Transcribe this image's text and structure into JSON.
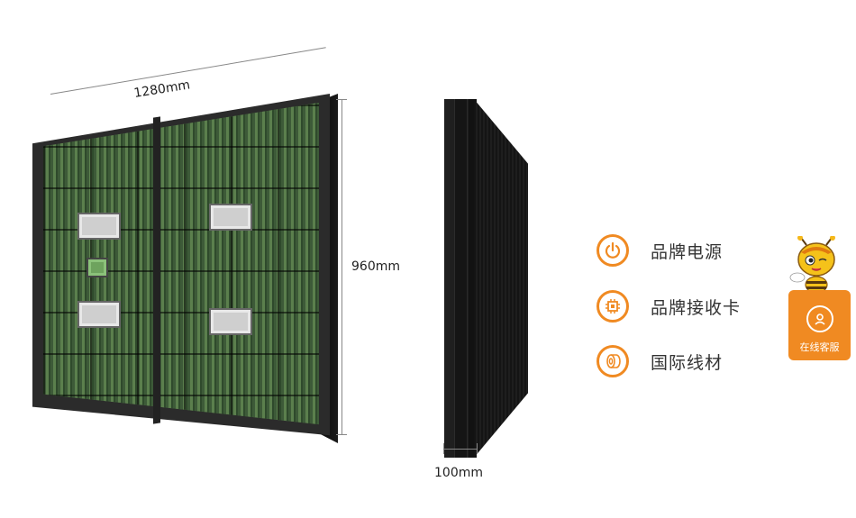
{
  "dimensions": {
    "width": "1280mm",
    "height": "960mm",
    "depth": "100mm"
  },
  "features": [
    {
      "label": "品牌电源",
      "icon": "power-icon"
    },
    {
      "label": "品牌接收卡",
      "icon": "chip-icon"
    },
    {
      "label": "国际线材",
      "icon": "cable-reel-icon"
    }
  ],
  "service": {
    "label": "在线客服",
    "icon": "user-icon",
    "mascot": "bee-mascot-icon"
  },
  "colors": {
    "accent": "#f08a22",
    "text": "#333333",
    "cabinet": "#1a1a1a",
    "module_green": "#4a6b40"
  }
}
